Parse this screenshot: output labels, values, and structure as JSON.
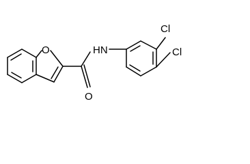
{
  "structure": {
    "atom_labels": {
      "oxygen_ring": "O",
      "oxygen_carbonyl": "O",
      "amine": "HN",
      "chlorine_top": "Cl",
      "chlorine_right": "Cl"
    }
  }
}
